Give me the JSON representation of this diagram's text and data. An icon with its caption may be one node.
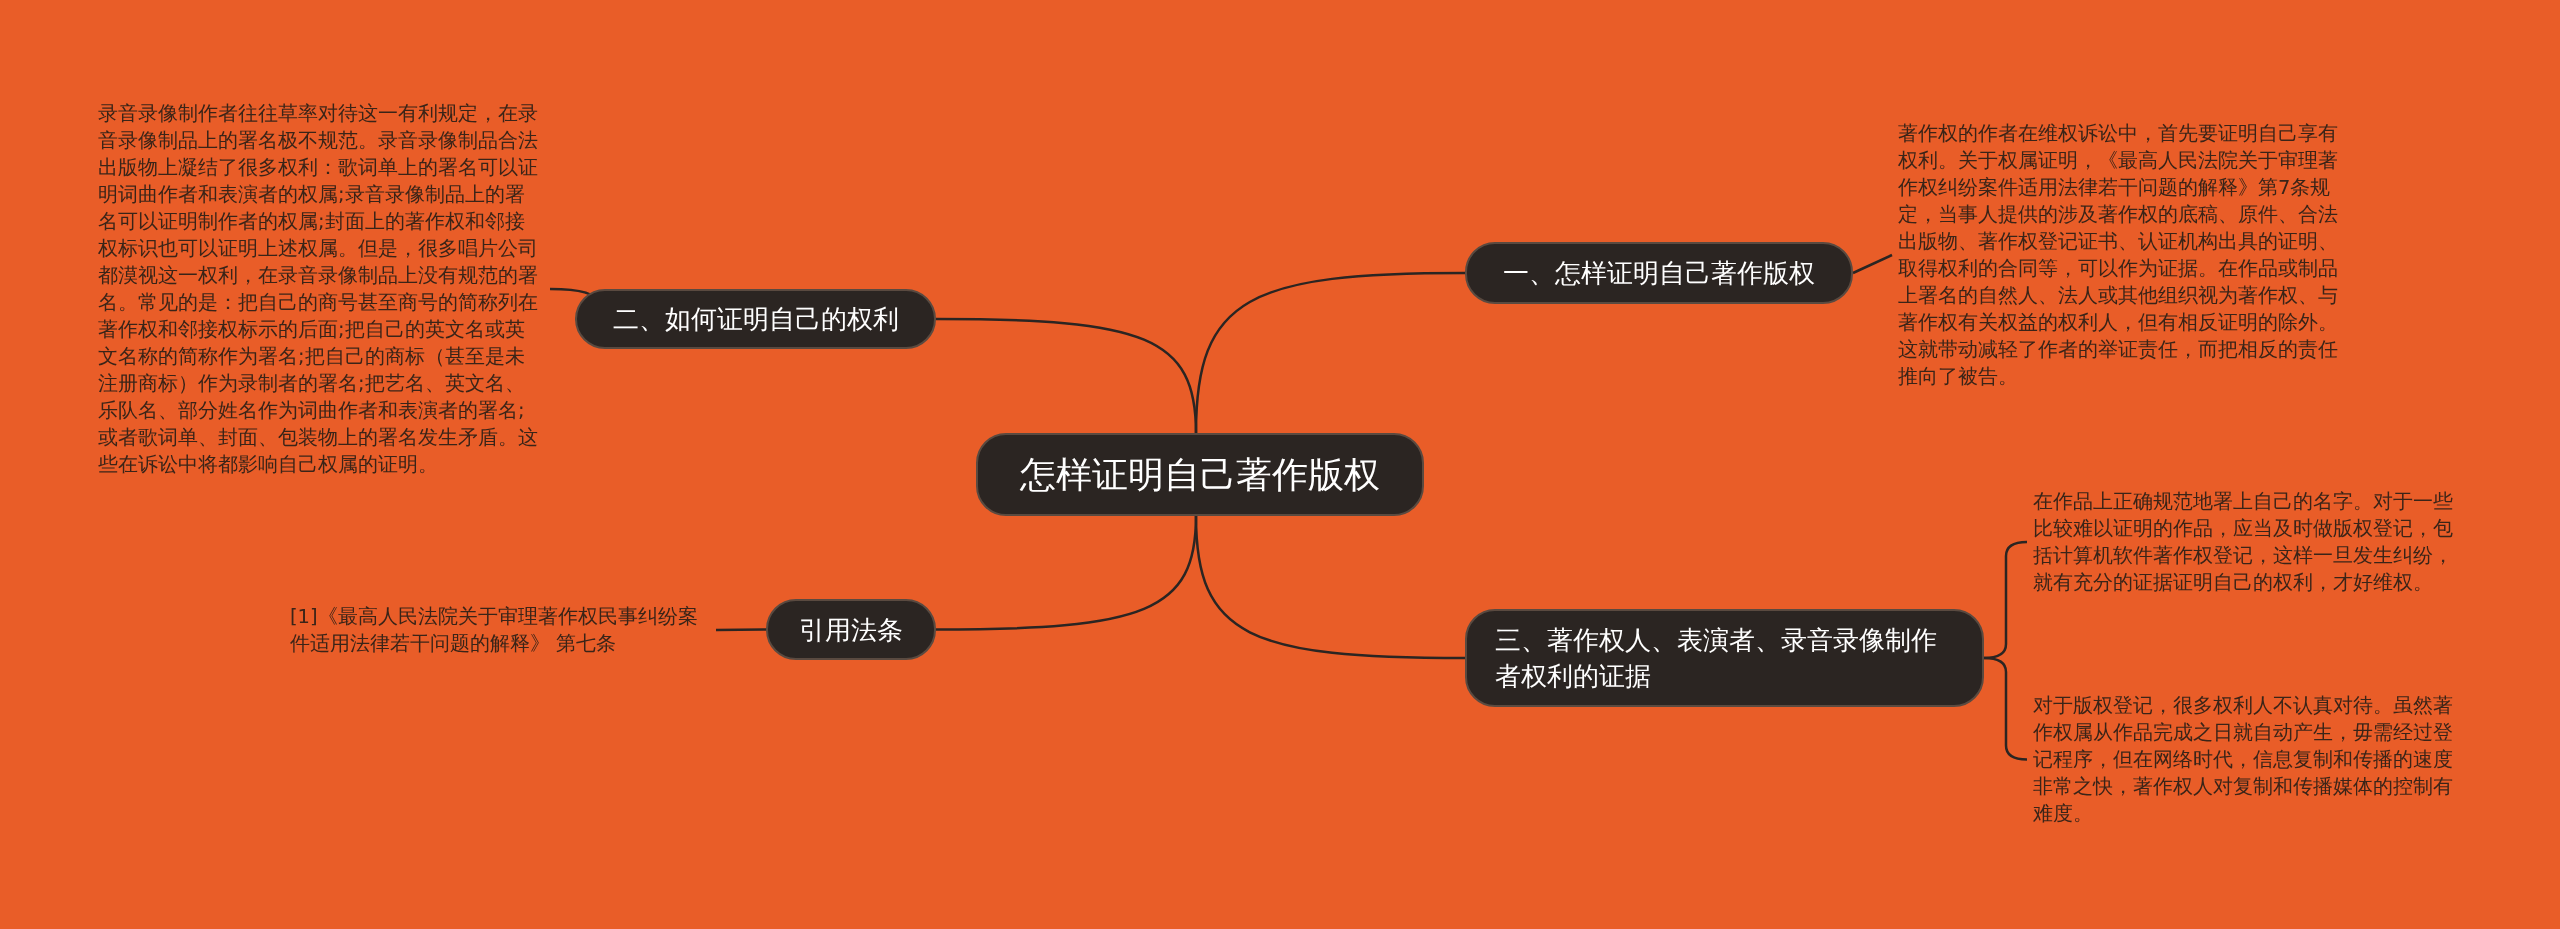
{
  "diagram": {
    "nodes": [
      {
        "text": [
          "怎样证明自己著作版权"
        ]
      },
      {
        "text": [
          "一、怎样证明自己著作版权"
        ]
      },
      {
        "text": [
          "著作权的作者在维权诉讼中，首先要证明自己享有权利。关于权属证明，《最高人民法院关于审理著作权纠纷案件适用法律若干问题的解释》第7条规定，当事人提供的涉及著作权的底稿、原件、合法出版物、著作权登记证书、认证机构出具的证明、取得权利的合同等，可以作为证据。在作品或制品上署名的自然人、法人或其他组织视为著作权、与著作权有关权益的权利人，但有相反证明的除外。这就带动减轻了作者的举证责任，而把相反的责任推向了被告。"
        ]
      },
      {
        "text": [
          "二、如何证明自己的权利"
        ]
      },
      {
        "text": [
          "录音录像制作者往往草率对待这一有利规定，在录音录像制品上的署名极不规范。录音录像制品合法出版物上凝结了很多权利：歌词单上的署名可以证明词曲作者和表演者的权属;录音录像制品上的署名可以证明制作者的权属;封面上的著作权和邻接权标识也可以证明上述权属。但是，很多唱片公司都漠视这一权利，在录音录像制品上没有规范的署名。常见的是：把自己的商号甚至商号的简称列在著作权和邻接权标示的后面;把自己的英文名或英文名称的简称作为署名;把自己的商标（甚至是未注册商标）作为录制者的署名;把艺名、英文名、乐队名、部分姓名作为词曲作者和表演者的署名;或者歌词单、封面、包装物上的署名发生矛盾。这些在诉讼中将都影响自己权属的证明。"
        ]
      },
      {
        "text": [
          "三、著作权人、表演者、录音录像制作者权利的证据"
        ]
      },
      {
        "text": [
          "在作品上正确规范地署上自己的名字。对于一些比较难以证明的作品，应当及时做版权登记，包括计算机软件著作权登记，这样一旦发生纠纷，就有充分的证据证明自己的权利，才好维权。"
        ]
      },
      {
        "text": [
          "对于版权登记，很多权利人不认真对待。虽然著作权属从作品完成之日就自动产生，毋需经过登记程序，但在网络时代，信息复制和传播的速度非常之快，著作权人对复制和传播媒体的控制有难度。"
        ]
      },
      {
        "text": [
          "引用法条"
        ]
      },
      {
        "text": [
          "[1]《最高人民法院关于审理著作权民事纠纷案件适用法律若干问题的解释》 第七条"
        ]
      }
    ],
    "edges": [
      {
        "from": 0,
        "to": 1,
        "arrow": "none"
      },
      {
        "from": 1,
        "to": 2,
        "arrow": "none"
      },
      {
        "from": 0,
        "to": 3,
        "arrow": "none"
      },
      {
        "from": 3,
        "to": 4,
        "arrow": "none"
      },
      {
        "from": 0,
        "to": 5,
        "arrow": "none"
      },
      {
        "from": 5,
        "to": 6,
        "arrow": "none"
      },
      {
        "from": 5,
        "to": 7,
        "arrow": "none"
      },
      {
        "from": 0,
        "to": 8,
        "arrow": "none"
      },
      {
        "from": 8,
        "to": 9,
        "arrow": "none"
      }
    ]
  }
}
